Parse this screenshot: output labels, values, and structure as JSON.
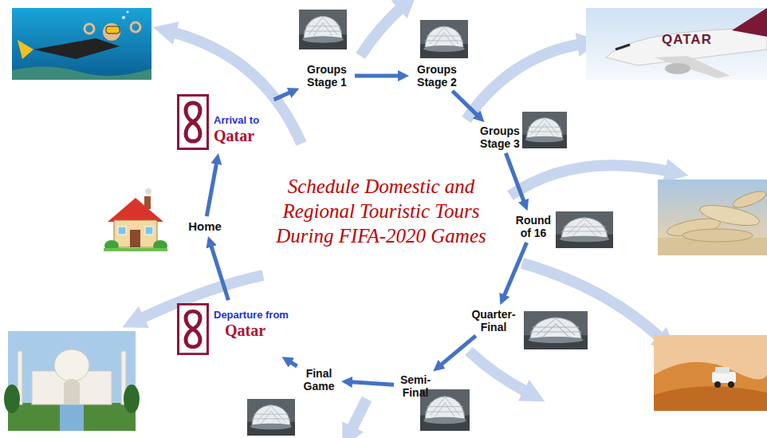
{
  "diagram": {
    "title": "Schedule Domestic and Regional Touristic Tours During FIFA-2020 Games",
    "nodes": [
      {
        "text": [
          "Home"
        ]
      },
      {
        "text": [
          "Arrival to",
          "Qatar"
        ]
      },
      {
        "text": [
          "Groups Stage 1"
        ]
      },
      {
        "text": [
          "Groups Stage 2"
        ]
      },
      {
        "text": [
          "Groups Stage 3"
        ]
      },
      {
        "text": [
          "Round of 16"
        ]
      },
      {
        "text": [
          "Quarter-Final"
        ]
      },
      {
        "text": [
          "Semi-Final"
        ]
      },
      {
        "text": [
          "Final Game"
        ]
      },
      {
        "text": [
          "Departure from",
          "Qatar"
        ]
      }
    ],
    "edges": [
      {
        "from": 0,
        "to": 1,
        "arrow": "to"
      },
      {
        "from": 1,
        "to": 2,
        "arrow": "to"
      },
      {
        "from": 2,
        "to": 3,
        "arrow": "to"
      },
      {
        "from": 3,
        "to": 4,
        "arrow": "to"
      },
      {
        "from": 4,
        "to": 5,
        "arrow": "to"
      },
      {
        "from": 5,
        "to": 6,
        "arrow": "to"
      },
      {
        "from": 6,
        "to": 7,
        "arrow": "to"
      },
      {
        "from": 7,
        "to": 8,
        "arrow": "to"
      },
      {
        "from": 8,
        "to": 9,
        "arrow": "to"
      },
      {
        "from": 9,
        "to": 0,
        "arrow": "to"
      }
    ],
    "labels": [
      "QATAR"
    ]
  }
}
